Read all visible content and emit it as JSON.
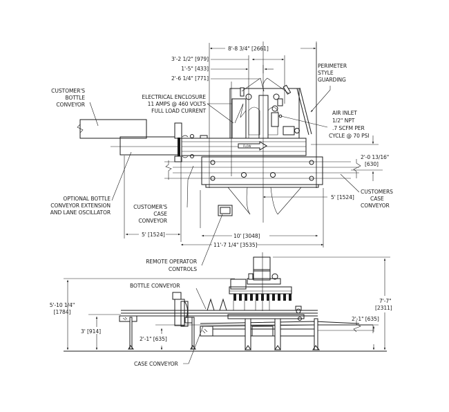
{
  "top_view": {
    "dimensions": {
      "overall_width": "8'-8 3/4\" [2661]",
      "dim_a": "3'-2 1/2\" [979]",
      "dim_b": "1'-5\" [433]",
      "dim_c": "2'-6 1/4\" [771]",
      "case_conveyor_height": "2'-0 13/16\"",
      "case_conveyor_height_mm": "[630]",
      "right_offset": "5' [1524]",
      "left_offset": "5' [1524]",
      "length_10": "10' [3048]",
      "length_11": "11'-7 1/4\" [3535]"
    },
    "labels": {
      "customers_bottle_conveyor": [
        "CUSTOMER'S",
        "BOTTLE",
        "CONVEYOR"
      ],
      "electrical_enclosure": [
        "ELECTRICAL ENCLOSURE",
        "11 AMPS @ 460 VOLTS",
        "FULL LOAD CURRENT"
      ],
      "perimeter_guarding": [
        "PERIMETER",
        "STYLE",
        "GUARDING"
      ],
      "air_inlet": [
        "AIR INLET",
        "1/2\" NPT",
        ".7 SCFM PER",
        "CYCLE @ 70 PSI"
      ],
      "customers_case_conveyor_right": [
        "CUSTOMERS",
        "CASE",
        "CONVEYOR"
      ],
      "optional_extension": [
        "OPTIONAL BOTTLE",
        "CONVEYOR EXTENSION",
        "AND LANE OSCILLATOR"
      ],
      "customers_case_conveyor_left": [
        "CUSTOMER'S",
        "CASE",
        "CONVEYOR"
      ],
      "remote_operator_controls": [
        "REMOTE OPERATOR",
        "CONTROLS"
      ],
      "flow_arrow": "FLOW"
    }
  },
  "side_view": {
    "dimensions": {
      "overall_height": "7'-7\"",
      "overall_height_mm": "[2311]",
      "conveyor_top": "5'-10 1/4\"",
      "conveyor_top_mm": "[1784]",
      "bottle_conveyor_height": "3' [914]",
      "case_conveyor_height_left": "2'-1\" [635]",
      "case_conveyor_height_right": "2'-1\" [635]"
    },
    "labels": {
      "bottle_conveyor": "BOTTLE CONVEYOR",
      "case_conveyor": "CASE CONVEYOR"
    }
  }
}
